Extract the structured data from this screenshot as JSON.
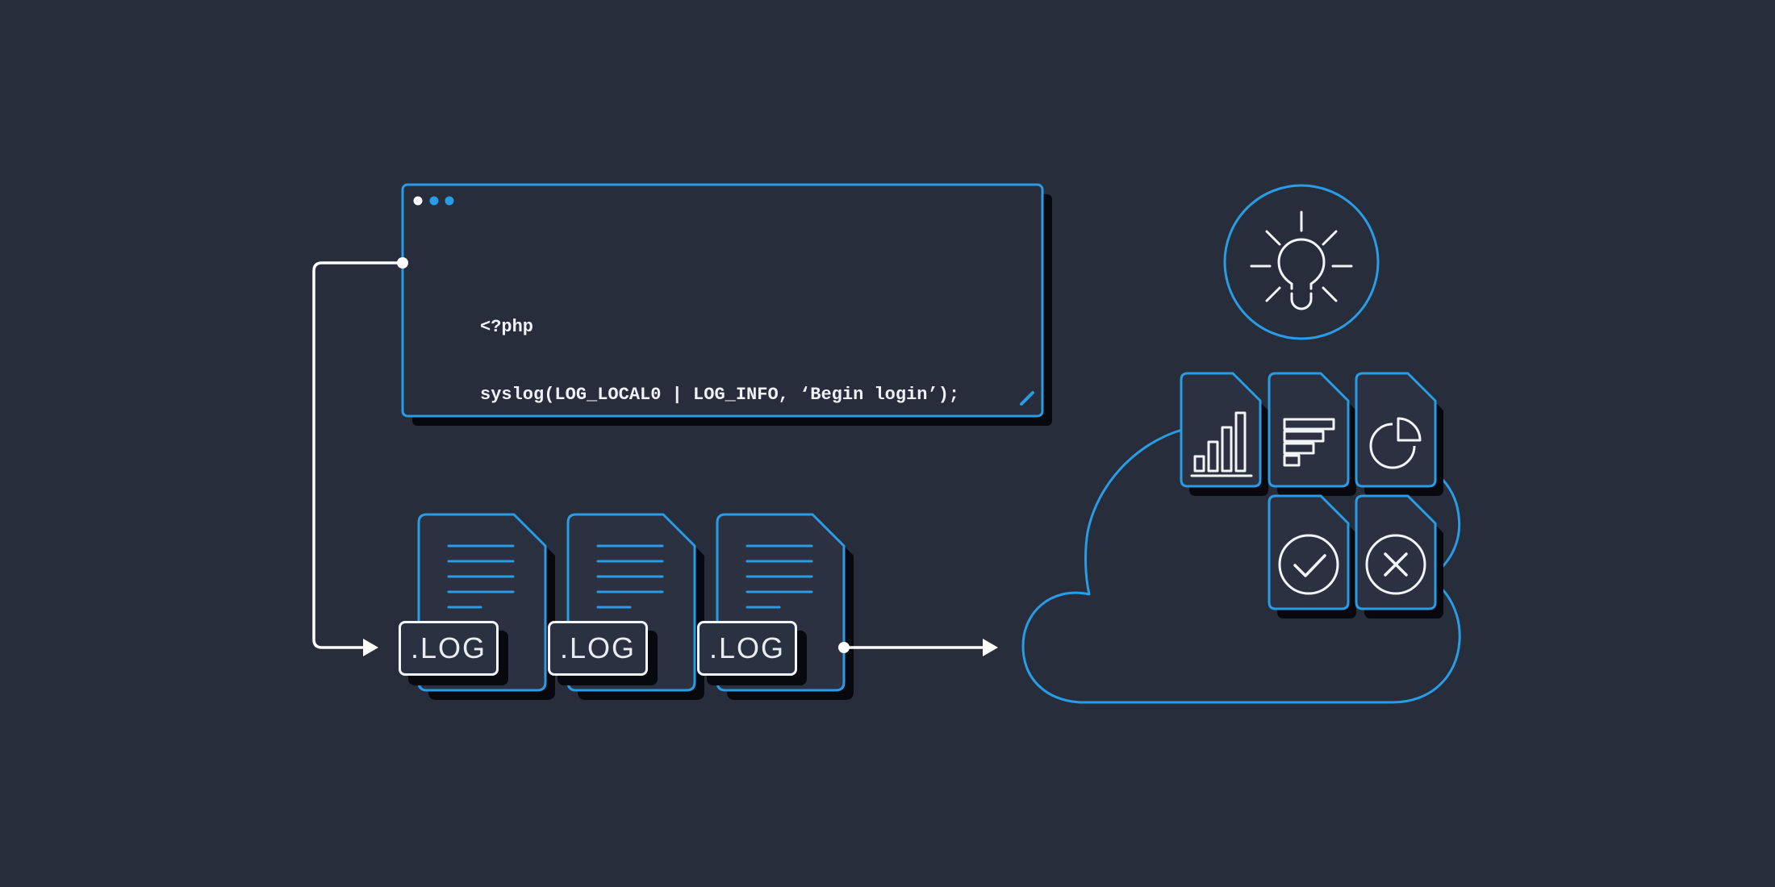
{
  "colors": {
    "background": "#272d3b",
    "accent_blue": "#299ce6",
    "line_white": "#ffffff",
    "icon_white": "#f2f5f8",
    "panel_fill": "#2b3140",
    "shadow_black": "#07090f"
  },
  "terminal_window": {
    "traffic_dots": [
      {
        "icon": "window-dot",
        "color": "#ffffff"
      },
      {
        "icon": "window-dot",
        "color": "#299ce6"
      },
      {
        "icon": "window-dot",
        "color": "#299ce6"
      }
    ],
    "code_lines": [
      "<?php",
      "syslog(LOG_LOCAL0 | LOG_INFO, ‘Begin login’);"
    ],
    "resize_icon": "resize-handle-icon"
  },
  "log_files": {
    "items": [
      {
        "label": ".LOG",
        "icon": "log-document-icon"
      },
      {
        "label": ".LOG",
        "icon": "log-document-icon"
      },
      {
        "label": ".LOG",
        "icon": "log-document-icon"
      }
    ]
  },
  "cloud": {
    "icon": "cloud-outline-icon",
    "documents": [
      {
        "icon": "bar-chart-icon"
      },
      {
        "icon": "horizontal-bar-chart-icon"
      },
      {
        "icon": "pie-chart-icon"
      },
      {
        "icon": "check-circle-icon"
      },
      {
        "icon": "x-circle-icon"
      }
    ],
    "idea_icon": "lightbulb-icon"
  }
}
